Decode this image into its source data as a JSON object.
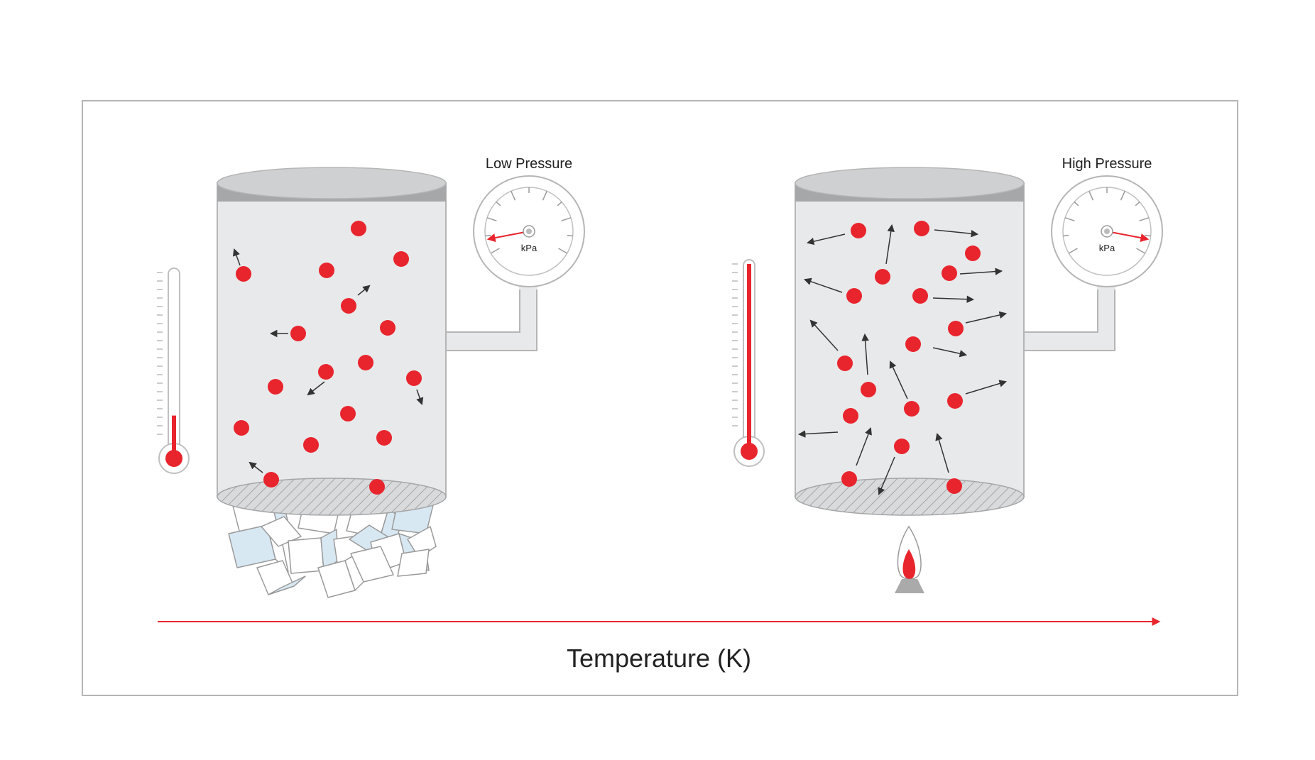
{
  "left_panel": {
    "gauge_label": "Low Pressure",
    "gauge_unit": "kPa",
    "gauge_needle_fraction": 0.08,
    "thermometer_fill_fraction": 0.2,
    "heat_source": "ice-cubes"
  },
  "right_panel": {
    "gauge_label": "High Pressure",
    "gauge_unit": "kPa",
    "gauge_needle_fraction": 0.92,
    "thermometer_fill_fraction": 1.0,
    "heat_source": "flame"
  },
  "axis": {
    "label": "Temperature (K)",
    "direction": "increasing-right"
  },
  "colors": {
    "molecule": "#e8242d",
    "arrow": "#333333",
    "cylinder_body": "#e8e9ea",
    "cylinder_lid": "#c9cacb",
    "outline": "#aaaaaa",
    "axis_line": "#e8242d",
    "ice": "#d8e8f3",
    "flame_outer": "#ffffff",
    "flame_inner": "#e8242d",
    "burner": "#aaaaaa"
  }
}
